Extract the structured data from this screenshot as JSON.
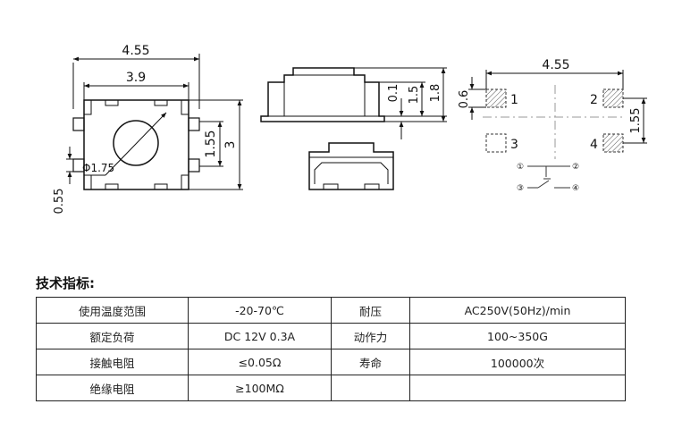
{
  "drawing": {
    "top_view": {
      "overall_width": "4.55",
      "inner_width": "3.9",
      "lead_spacing": "1.55",
      "overall_height": "3",
      "button_diameter": "Φ1.75",
      "lead_width": "0.55"
    },
    "side_view": {
      "dim_a": "0.1",
      "dim_b": "1.5",
      "dim_c": "1.8"
    },
    "footprint": {
      "width": "4.55",
      "pad_size": "0.6",
      "pad_spacing": "1.55",
      "pin_labels": [
        "1",
        "2",
        "3",
        "4"
      ]
    },
    "schematic": {
      "pins": [
        "①",
        "③",
        "②",
        "④"
      ]
    }
  },
  "specs": {
    "title": "技术指标:",
    "rows": [
      [
        "使用温度范围",
        "-20-70℃",
        "耐压",
        "AC250V(50Hz)/min"
      ],
      [
        "额定负荷",
        "DC 12V 0.3A",
        "动作力",
        "100~350G"
      ],
      [
        "接触电阻",
        "≤0.05Ω",
        "寿命",
        "100000次"
      ],
      [
        "绝缘电阻",
        "≥100MΩ",
        "",
        ""
      ]
    ]
  }
}
